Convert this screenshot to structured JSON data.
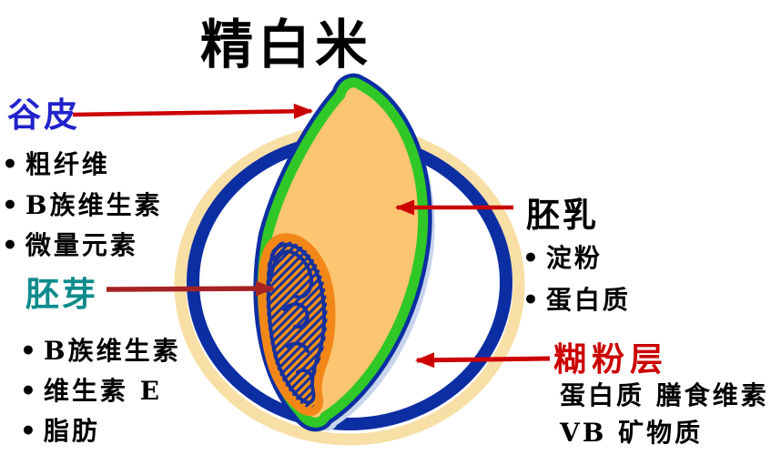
{
  "title": "精白米",
  "bullet": "•",
  "sections": {
    "gupi": {
      "label": "谷皮",
      "items": [
        "粗纤维",
        "B族维生素",
        "微量元素"
      ]
    },
    "peiya": {
      "label": "胚芽",
      "items": [
        "B族维生素",
        "维生素 E",
        "脂肪"
      ]
    },
    "peiru": {
      "label": "胚乳",
      "items": [
        "淀粉",
        "蛋白质"
      ]
    },
    "hufenceng": {
      "label": "糊粉层",
      "lines": [
        "蛋白质 膳食维素",
        "VB 矿物质"
      ]
    }
  },
  "colors": {
    "label_gupi": "#2222CC",
    "label_peiya": "#0E8B8B",
    "label_peiru": "#000000",
    "label_hufenceng": "#CC0000",
    "arrow_red": "#CC0000",
    "arrow_dark_red": "#A62323",
    "ring_navy": "#0C2EA3",
    "ring_cream": "#F7DFA6",
    "grain_fill": "#FBC571",
    "grain_border_green": "#30C826",
    "grain_shadow": "#C8D4EC",
    "embryo_border_orange": "#F28718",
    "embryo_fill_orange": "#F29019",
    "embryo_hatch_navy": "#16309C"
  }
}
